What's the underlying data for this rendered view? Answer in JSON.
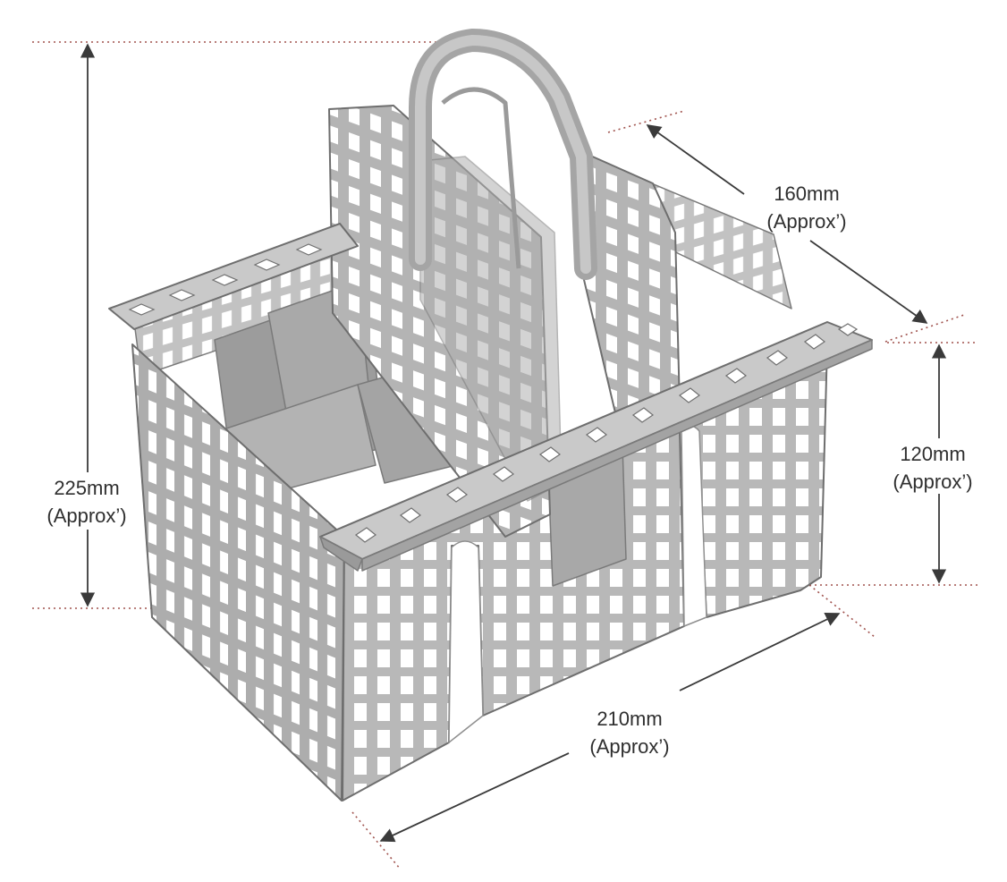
{
  "image": {
    "subject": "dishwasher-cutlery-basket",
    "colors": {
      "plastic": "#b5b5b5",
      "plastic_light": "#c9c9c9",
      "plastic_dark": "#8f8f8f",
      "outline": "#6e6e6e",
      "dimension_line": "#3a3a3a",
      "guide_dots": "#a0524d",
      "text": "#2f2f2f"
    }
  },
  "dimensions": {
    "height": {
      "value": "225mm",
      "note": "(Approx’)"
    },
    "depth": {
      "value": "160mm",
      "note": "(Approx’)"
    },
    "side_height": {
      "value": "120mm",
      "note": "(Approx’)"
    },
    "width": {
      "value": "210mm",
      "note": "(Approx’)"
    }
  }
}
